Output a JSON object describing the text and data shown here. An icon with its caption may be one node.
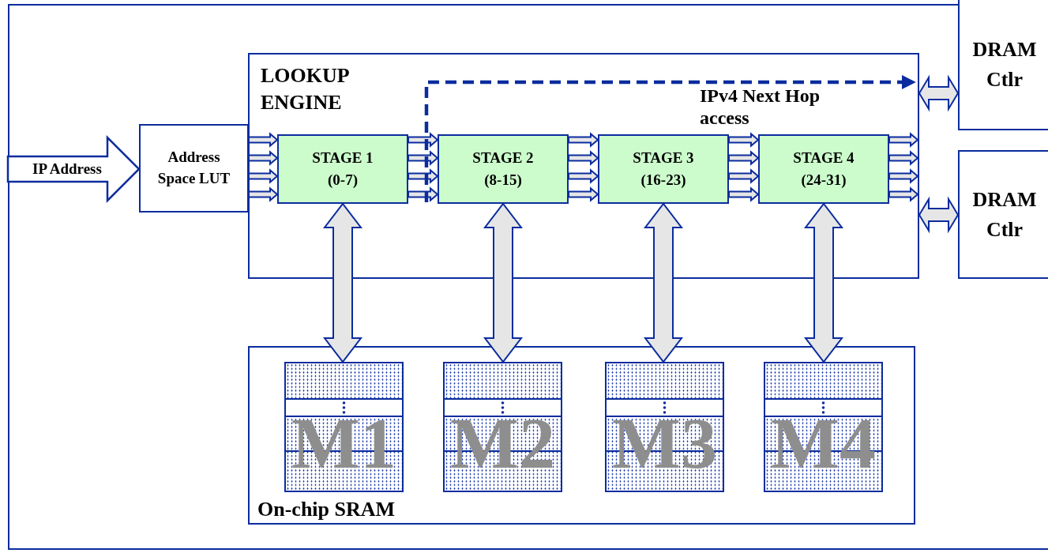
{
  "diagram": {
    "nodes": [
      {
        "text": [],
        "shape": "box"
      },
      {
        "text": [
          "Address Space LUT"
        ],
        "in": 0
      },
      {
        "text": [
          "LOOKUP ENGINE"
        ],
        "in": 0
      },
      {
        "text": [
          "STAGE 1 (0-7)"
        ],
        "in": 2
      },
      {
        "text": [
          "STAGE 2 (8-15)"
        ],
        "in": 2
      },
      {
        "text": [
          "STAGE 3 (16-23)"
        ],
        "in": 2
      },
      {
        "text": [
          "STAGE 4 (24-31)"
        ],
        "in": 2
      },
      {
        "text": [
          "On-chip SRAM"
        ],
        "in": 0
      },
      {
        "text": [
          "M1"
        ],
        "in": 7
      },
      {
        "text": [
          "M2"
        ],
        "in": 7
      },
      {
        "text": [
          "M3"
        ],
        "in": 7
      },
      {
        "text": [
          "M4"
        ],
        "in": 7
      },
      {
        "text": [
          "DRAM Ctlr"
        ],
        "in": 0
      },
      {
        "text": [
          "DRAM Ctlr"
        ],
        "in": 0
      }
    ],
    "edges": [
      {
        "from": null,
        "to": 1,
        "arrow": "to",
        "label": "IP Address"
      },
      {
        "from": 1,
        "to": 3,
        "arrow": "to"
      },
      {
        "from": 1,
        "to": 3,
        "arrow": "to"
      },
      {
        "from": 1,
        "to": 3,
        "arrow": "to"
      },
      {
        "from": 1,
        "to": 3,
        "arrow": "to"
      },
      {
        "from": 3,
        "to": 4,
        "arrow": "to"
      },
      {
        "from": 3,
        "to": 4,
        "arrow": "to"
      },
      {
        "from": 3,
        "to": 4,
        "arrow": "to"
      },
      {
        "from": 3,
        "to": 4,
        "arrow": "to"
      },
      {
        "from": 4,
        "to": 5,
        "arrow": "to"
      },
      {
        "from": 4,
        "to": 5,
        "arrow": "to"
      },
      {
        "from": 4,
        "to": 5,
        "arrow": "to"
      },
      {
        "from": 4,
        "to": 5,
        "arrow": "to"
      },
      {
        "from": 5,
        "to": 6,
        "arrow": "to"
      },
      {
        "from": 5,
        "to": 6,
        "arrow": "to"
      },
      {
        "from": 5,
        "to": 6,
        "arrow": "to"
      },
      {
        "from": 5,
        "to": 6,
        "arrow": "to"
      },
      {
        "from": 6,
        "to": null,
        "arrow": "to"
      },
      {
        "from": 6,
        "to": null,
        "arrow": "to"
      },
      {
        "from": 6,
        "to": null,
        "arrow": "to"
      },
      {
        "from": 6,
        "to": null,
        "arrow": "to"
      },
      {
        "from": 3,
        "to": 8,
        "arrow": "both"
      },
      {
        "from": 4,
        "to": 9,
        "arrow": "both"
      },
      {
        "from": 5,
        "to": 10,
        "arrow": "both"
      },
      {
        "from": 6,
        "to": 11,
        "arrow": "both"
      },
      {
        "from": 4,
        "to": 2,
        "arrow": "to",
        "label": "IPv4 Next Hop access",
        "style": "dashed"
      },
      {
        "from": 2,
        "to": 12,
        "arrow": "both"
      },
      {
        "from": 2,
        "to": 13,
        "arrow": "both"
      }
    ]
  }
}
